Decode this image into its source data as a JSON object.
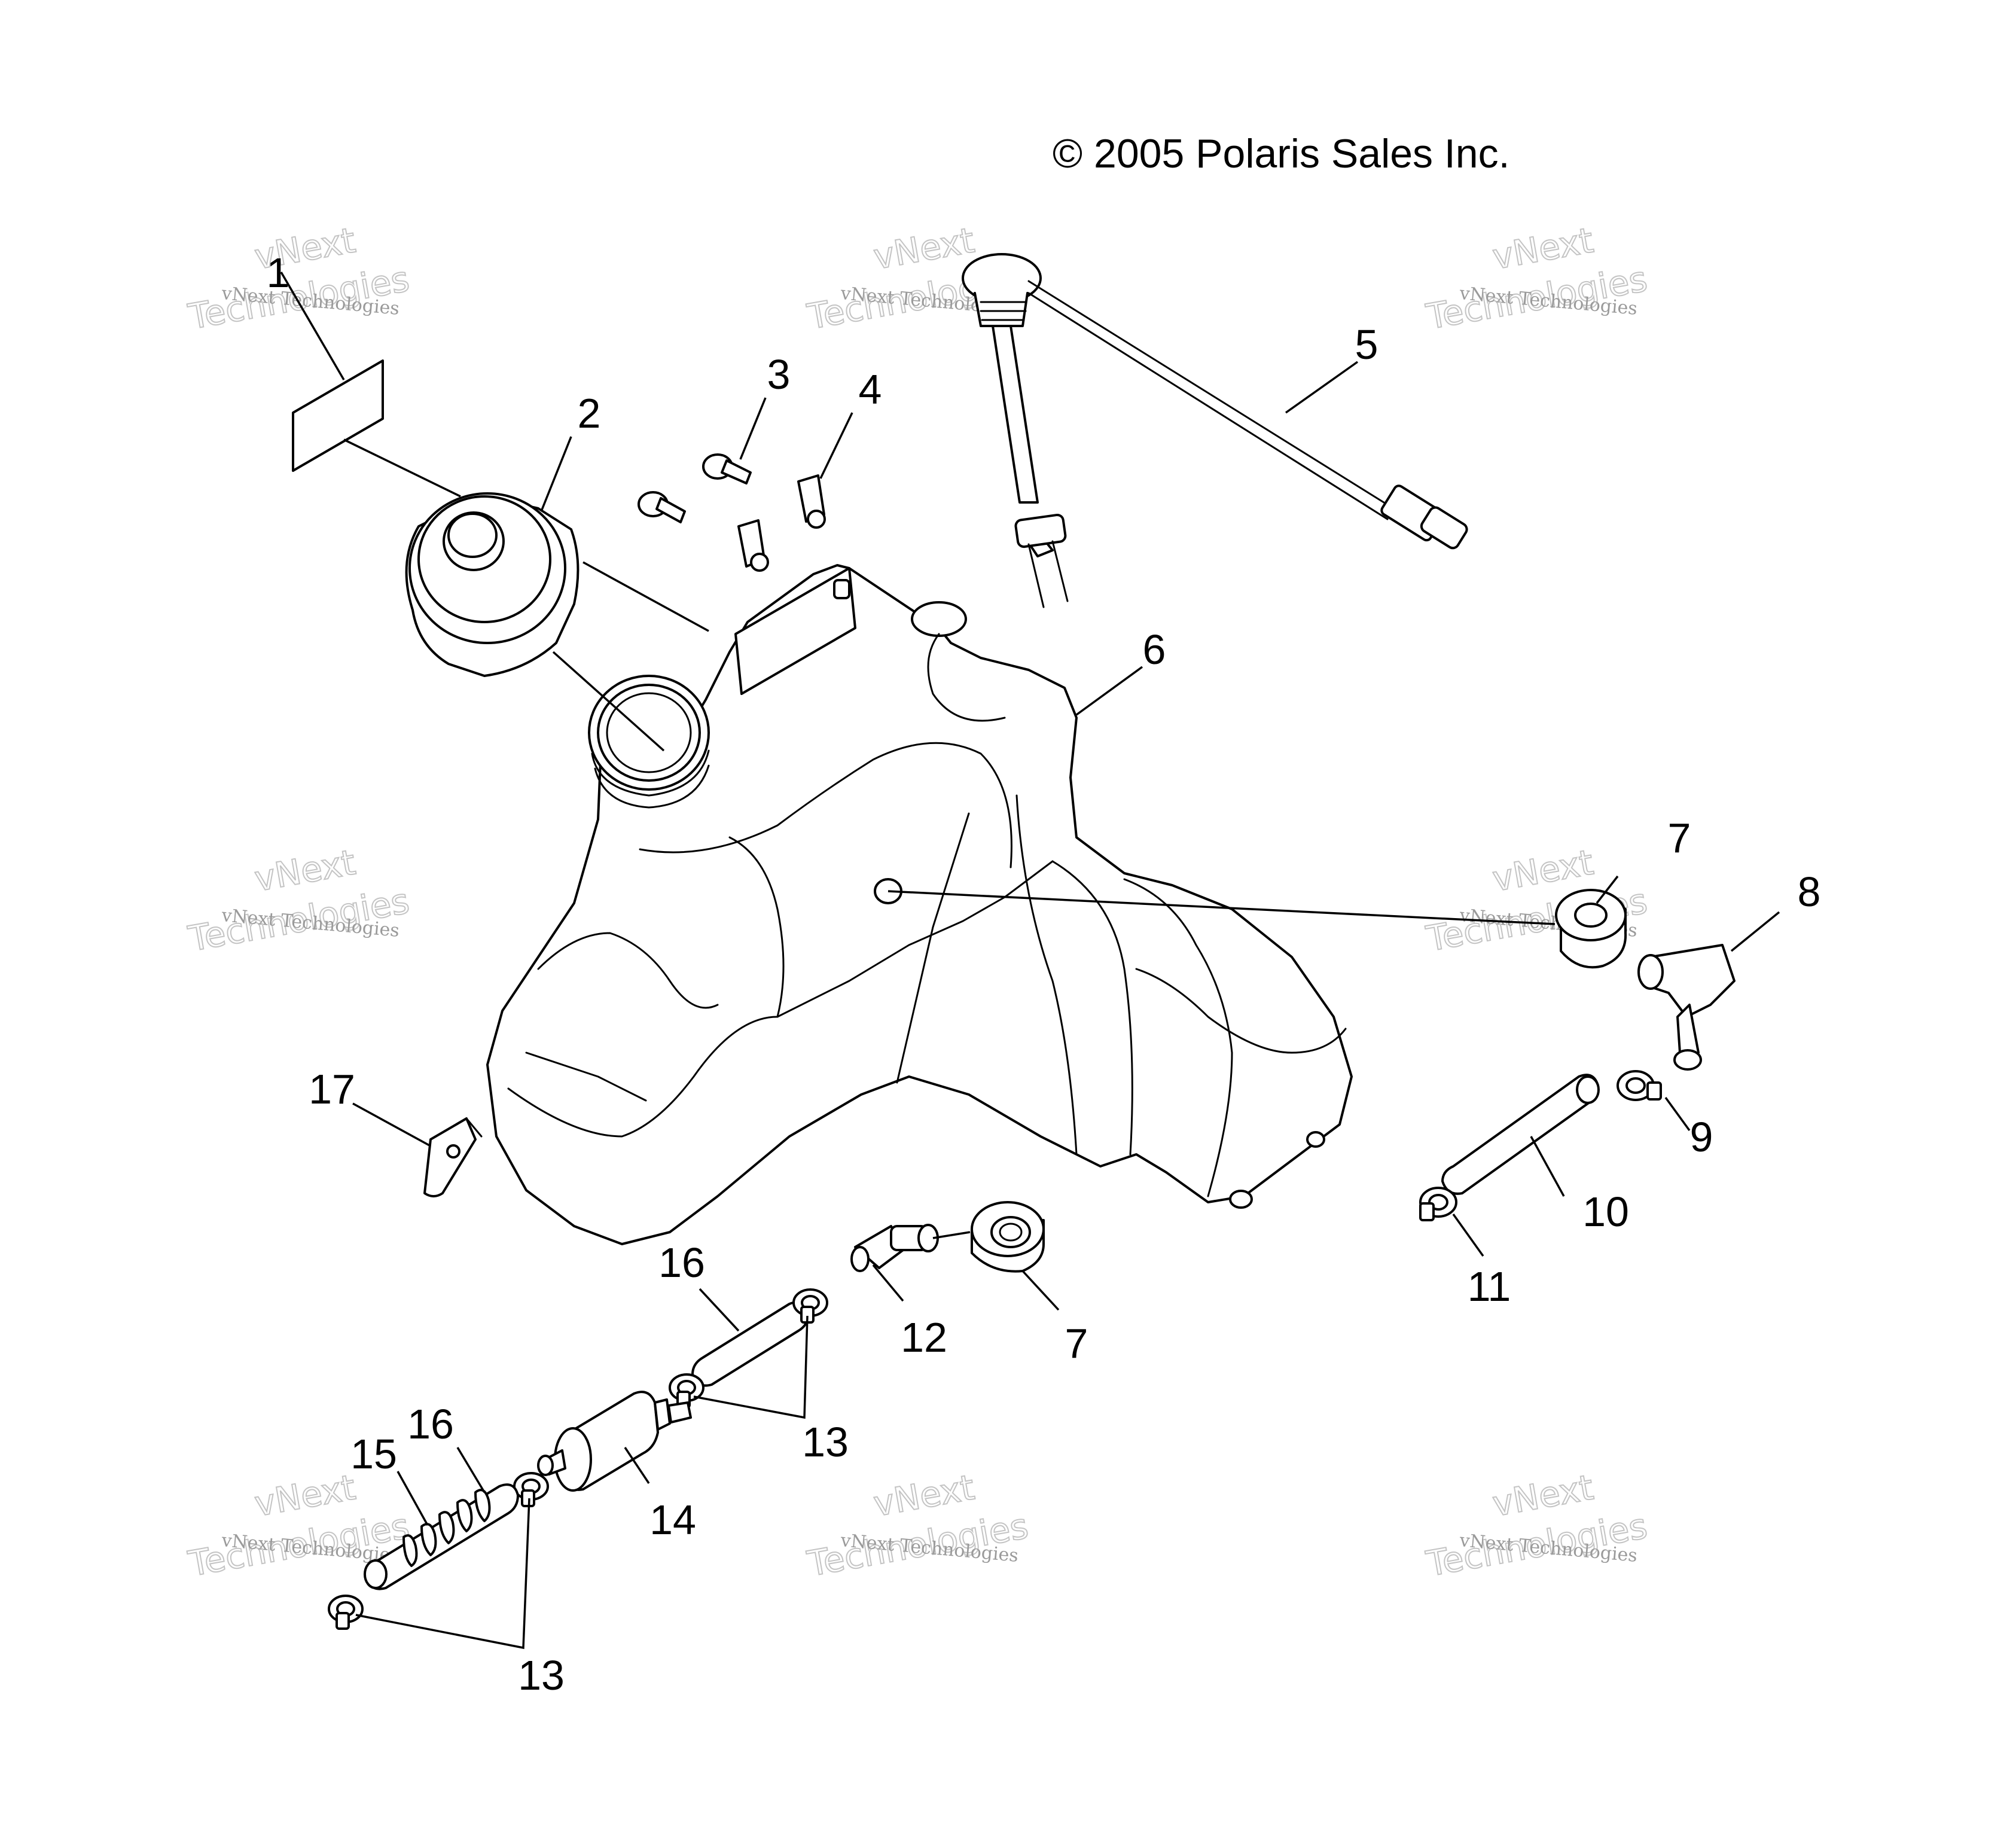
{
  "copyright": "© 2005 Polaris Sales Inc.",
  "watermark": {
    "line_small": "vNext Technologies",
    "line_big_1": "vNext",
    "line_big_2": "Technologies"
  },
  "callouts": [
    "1",
    "2",
    "3",
    "4",
    "5",
    "6",
    "7",
    "8",
    "9",
    "10",
    "11",
    "12",
    "13",
    "14",
    "15",
    "16",
    "17",
    "7",
    "13",
    "16"
  ]
}
